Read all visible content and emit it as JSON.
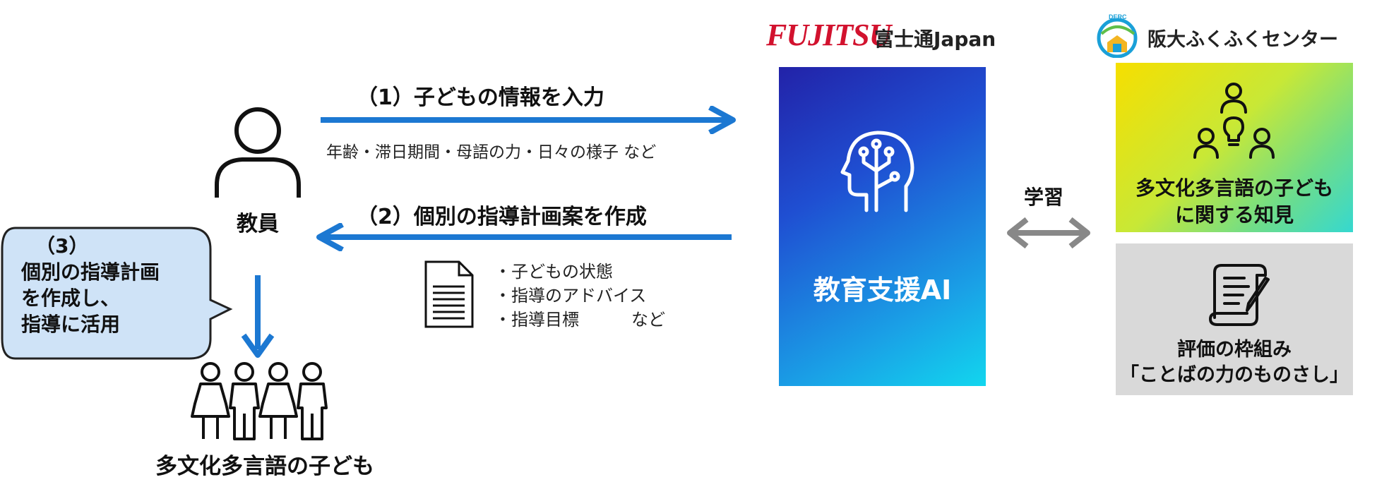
{
  "teacher": {
    "label": "教員"
  },
  "children": {
    "label": "多文化多言語の子ども"
  },
  "bubble": {
    "lines": [
      "（3）",
      "個別の指導計画",
      "を作成し、",
      "指導に活用"
    ]
  },
  "step1": {
    "label": "（1）子どもの情報を入力",
    "detail": "年齢・滞日期間・母語の力・日々の様子 など"
  },
  "step2": {
    "label": "（2）個別の指導計画案を作成",
    "items": [
      "・子どもの状態",
      "・指導のアドバイス",
      "・指導目標"
    ],
    "etc": "など"
  },
  "fujitsu": {
    "logo": "FUJITSU",
    "name": "富士通Japan"
  },
  "ai": {
    "label": "教育支援AI"
  },
  "learning": {
    "label": "学習"
  },
  "osaka": {
    "logo_text": "DERC",
    "name": "阪大ふくふくセンター"
  },
  "knowledge": {
    "lines": [
      "多文化多言語の子ども",
      "に関する知見"
    ]
  },
  "framework": {
    "lines": [
      "評価の枠組み",
      "「ことばの力のものさし」"
    ]
  },
  "colors": {
    "arrow_blue": "#1c78d2",
    "bubble_fill": "#cfe3f7",
    "learn_arrow": "#888888",
    "fujitsu_red": "#d2122e"
  }
}
